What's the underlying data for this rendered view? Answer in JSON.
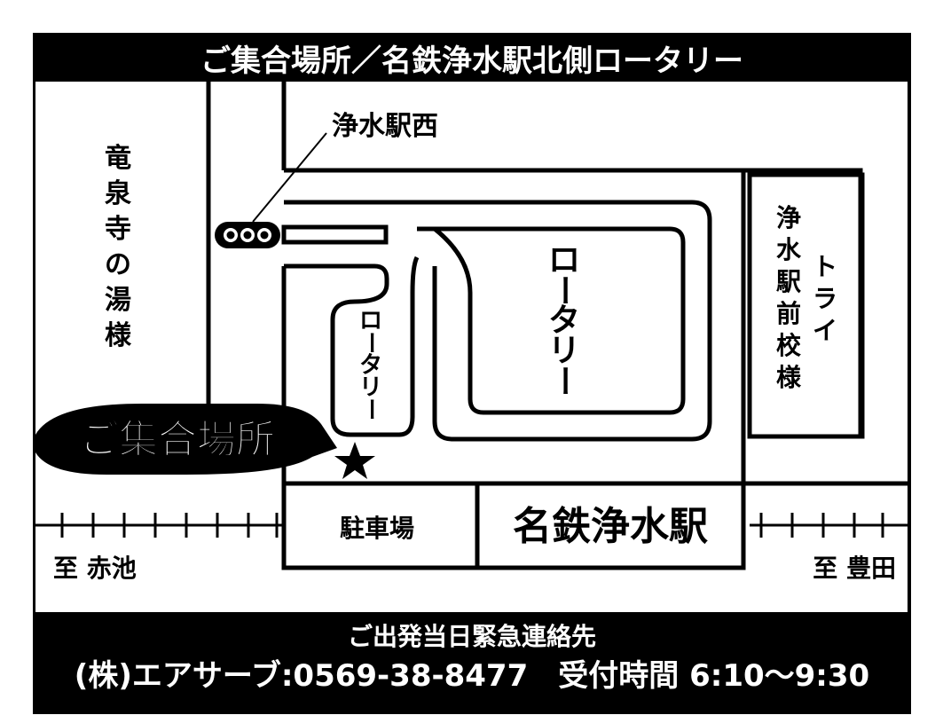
{
  "header": {
    "title": "ご集合場所／名鉄浄水駅北側ロータリー"
  },
  "map": {
    "labels": {
      "west_signal": "浄水駅西",
      "ryusenji_vertical": [
        "竜",
        "泉",
        "寺",
        "の",
        "湯",
        "様"
      ],
      "rotary_large_vertical": [
        "ロ",
        "ー",
        "タ",
        "リ",
        "ー"
      ],
      "rotary_small_vertical": [
        "ロ",
        "ー",
        "タ",
        "リ",
        "ー"
      ],
      "jousui_ekimae_vertical": [
        "浄",
        "水",
        "駅",
        "前",
        "校",
        "様"
      ],
      "try_vertical": [
        "ト",
        "ラ",
        "イ"
      ],
      "meeting_point": "ご集合場所",
      "parking": "駐車場",
      "station": "名鉄浄水駅",
      "to_akaike": "至 赤池",
      "to_toyota": "至 豊田"
    },
    "icons": {
      "star": "star-icon",
      "traffic_light": "traffic-light-icon"
    }
  },
  "footer": {
    "line1": "ご出発当日緊急連絡先",
    "line2": "(株)エアサーブ:0569-38-8477　受付時間 6:10〜9:30"
  },
  "colors": {
    "ink": "#000000",
    "paper": "#ffffff"
  }
}
